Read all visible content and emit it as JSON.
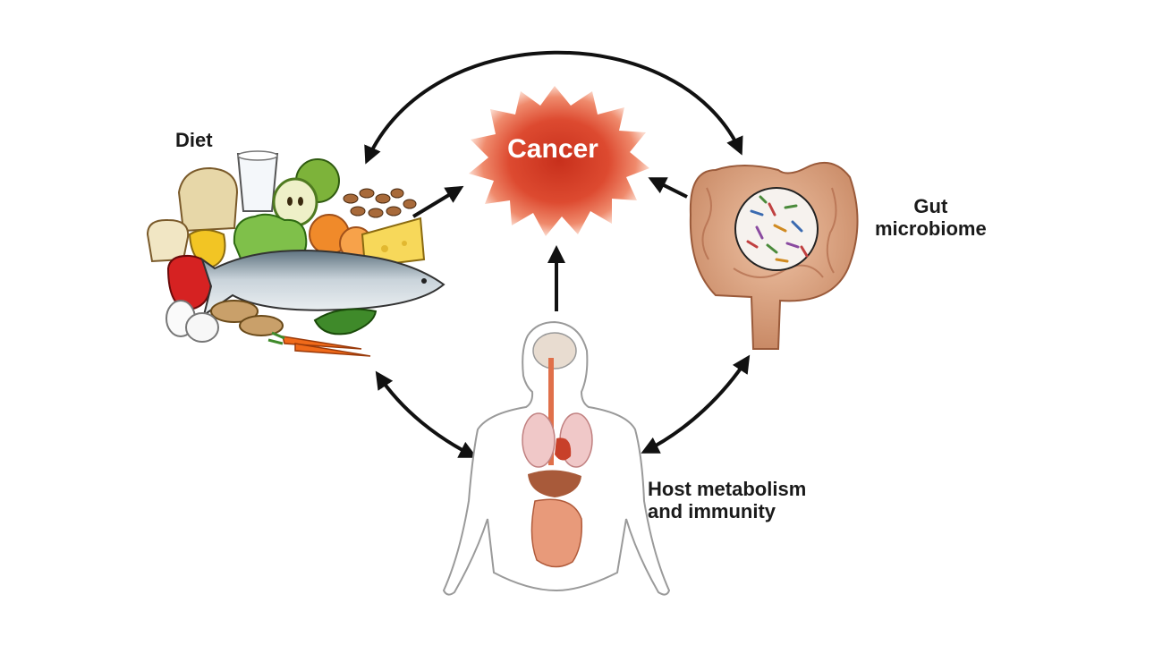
{
  "diagram": {
    "center_label": "Cancer",
    "nodes": {
      "diet": {
        "label": "Diet"
      },
      "gut": {
        "line1": "Gut",
        "line2": "microbiome"
      },
      "host": {
        "line1": "Host metabolism",
        "line2": "and immunity"
      }
    },
    "colors": {
      "cancer_core": "#d8402a",
      "cancer_glow": "#f3a48c",
      "arrow": "#111111",
      "intestine": "#d9a07f",
      "body_outline": "#9a9a9a"
    },
    "icons": [
      "food-group-illustration",
      "cancer-burst-icon",
      "intestine-illustration",
      "human-body-illustration",
      "microbe-magnifier-icon"
    ]
  }
}
